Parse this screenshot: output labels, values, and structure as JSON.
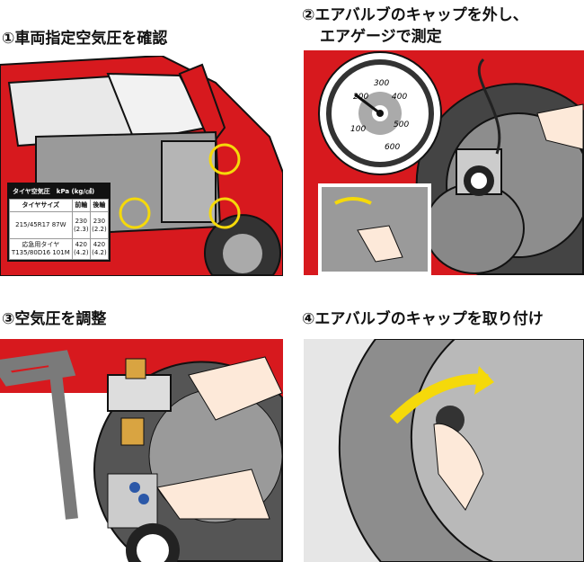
{
  "steps": [
    {
      "title": "①車両指定空気圧を確認"
    },
    {
      "title_line1": "②エアバルブのキャップを外し、",
      "title_line2": "エアゲージで測定"
    },
    {
      "title": "③空気圧を調整"
    },
    {
      "title": "④エアバルブのキャップを取り付け"
    }
  ],
  "pressure_table": {
    "header": "タイヤ空気圧　kPa (kg/㎠)",
    "columns": [
      "タイヤサイズ",
      "前輪",
      "後輪"
    ],
    "rows": [
      {
        "size": "215/45R17 87W",
        "front": "230",
        "front_kg": "(2.3)",
        "rear": "230",
        "rear_kg": "(2.2)"
      },
      {
        "size_line1": "応急用タイヤ",
        "size_line2": "T135/80D16 101M",
        "front": "420",
        "front_kg": "(4.2)",
        "rear": "420",
        "rear_kg": "(4.2)"
      }
    ]
  },
  "gauge": {
    "labels": [
      "100",
      "200",
      "300",
      "400",
      "500",
      "600"
    ]
  },
  "colors": {
    "car_red": "#d7191e",
    "highlight_yellow": "#f5d90a",
    "tire_gray": "#8d8d8d"
  }
}
